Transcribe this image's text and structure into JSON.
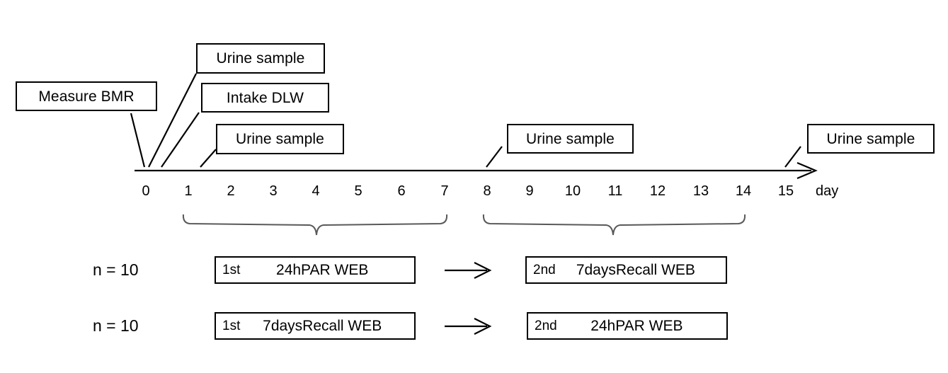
{
  "diagram": {
    "title_hidden": "",
    "axis": {
      "label": "day",
      "ticks": [
        "0",
        "1",
        "2",
        "3",
        "4",
        "5",
        "6",
        "7",
        "8",
        "9",
        "10",
        "11",
        "12",
        "13",
        "14",
        "15"
      ],
      "line_color": "#000000"
    },
    "event_boxes": [
      {
        "id": "measure-bmr",
        "label": "Measure BMR"
      },
      {
        "id": "urine-sample-day0",
        "label": "Urine sample"
      },
      {
        "id": "intake-dlw",
        "label": "Intake DLW"
      },
      {
        "id": "urine-sample-day1",
        "label": "Urine sample"
      },
      {
        "id": "urine-sample-day8",
        "label": "Urine sample"
      },
      {
        "id": "urine-sample-day15",
        "label": "Urine sample"
      }
    ],
    "braces": [
      {
        "id": "brace-week1",
        "from_day": "1",
        "to_day": "7"
      },
      {
        "id": "brace-week2",
        "from_day": "8",
        "to_day": "14"
      }
    ],
    "arms": [
      {
        "n_label": "n = 10",
        "first": {
          "order": "1st",
          "method": "24hPAR WEB"
        },
        "second": {
          "order": "2nd",
          "method": "7daysRecall WEB"
        },
        "connector": "arrow-right"
      },
      {
        "n_label": "n = 10",
        "first": {
          "order": "1st",
          "method": "7daysRecall WEB"
        },
        "second": {
          "order": "2nd",
          "method": "24hPAR WEB"
        },
        "connector": "arrow-right"
      }
    ],
    "colors": {
      "stroke": "#000000",
      "brace": "#595959",
      "background": "#ffffff"
    }
  }
}
